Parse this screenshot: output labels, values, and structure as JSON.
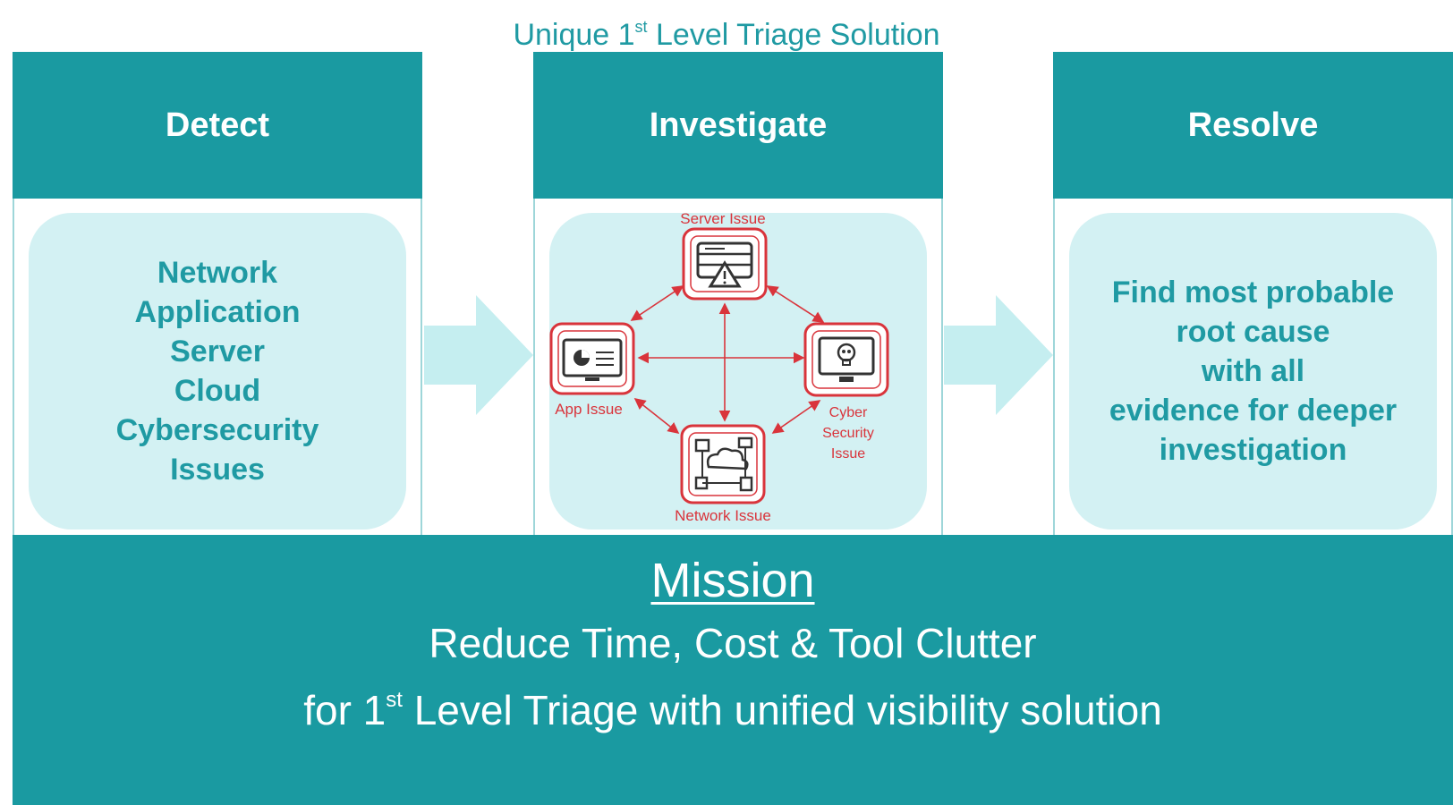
{
  "title": {
    "prefix": "Unique 1",
    "sup": "st",
    "suffix": " Level Triage Solution"
  },
  "columns": {
    "detect": {
      "header": "Detect",
      "lines": [
        "Network",
        "Application",
        "Server",
        "Cloud",
        "Cybersecurity",
        "Issues"
      ]
    },
    "investigate": {
      "header": "Investigate",
      "nodes": {
        "server": "Server Issue",
        "app": "App Issue",
        "cyber_lines": [
          "Cyber",
          "Security",
          "Issue"
        ],
        "network": "Network Issue"
      }
    },
    "resolve": {
      "header": "Resolve",
      "lines": [
        "Find most probable",
        "root cause",
        "with all",
        "evidence for deeper",
        "investigation"
      ]
    }
  },
  "mission": {
    "title": "Mission",
    "line1": "Reduce Time, Cost & Tool Clutter",
    "line2_prefix": "for 1",
    "line2_sup": "st",
    "line2_suffix": " Level Triage with unified visibility solution"
  },
  "colors": {
    "teal": "#1a9aa1",
    "panel": "#d3f1f3",
    "arrow": "#c5eef0",
    "node_red": "#d9343b"
  },
  "icons": [
    "arrow-right-icon",
    "server-warning-icon",
    "app-dashboard-icon",
    "cyber-skull-monitor-icon",
    "network-cloud-icon"
  ]
}
